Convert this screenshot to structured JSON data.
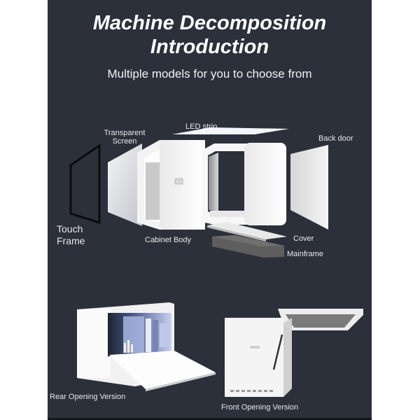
{
  "header": {
    "title_line1": "Machine Decomposition",
    "title_line2": "Introduction",
    "subtitle": "Multiple models for you to choose from"
  },
  "exploded_view": {
    "labels": {
      "touch_frame_line1": "Touch",
      "touch_frame_line2": "Frame",
      "transparent_screen_line1": "Transparent",
      "transparent_screen_line2": "Screen",
      "led_strip": "LED strip",
      "back_door": "Back door",
      "cabinet_body": "Cabinet Body",
      "cover": "Cover",
      "mainframe": "Mainframe"
    }
  },
  "versions": [
    {
      "label": "Rear Opening Version"
    },
    {
      "label": "Front Opening Version"
    }
  ],
  "colors": {
    "background": "#2c303b",
    "text": "#ffffff",
    "cabinet": "#f2f2f2",
    "mainframe": "#5e5e5e"
  }
}
